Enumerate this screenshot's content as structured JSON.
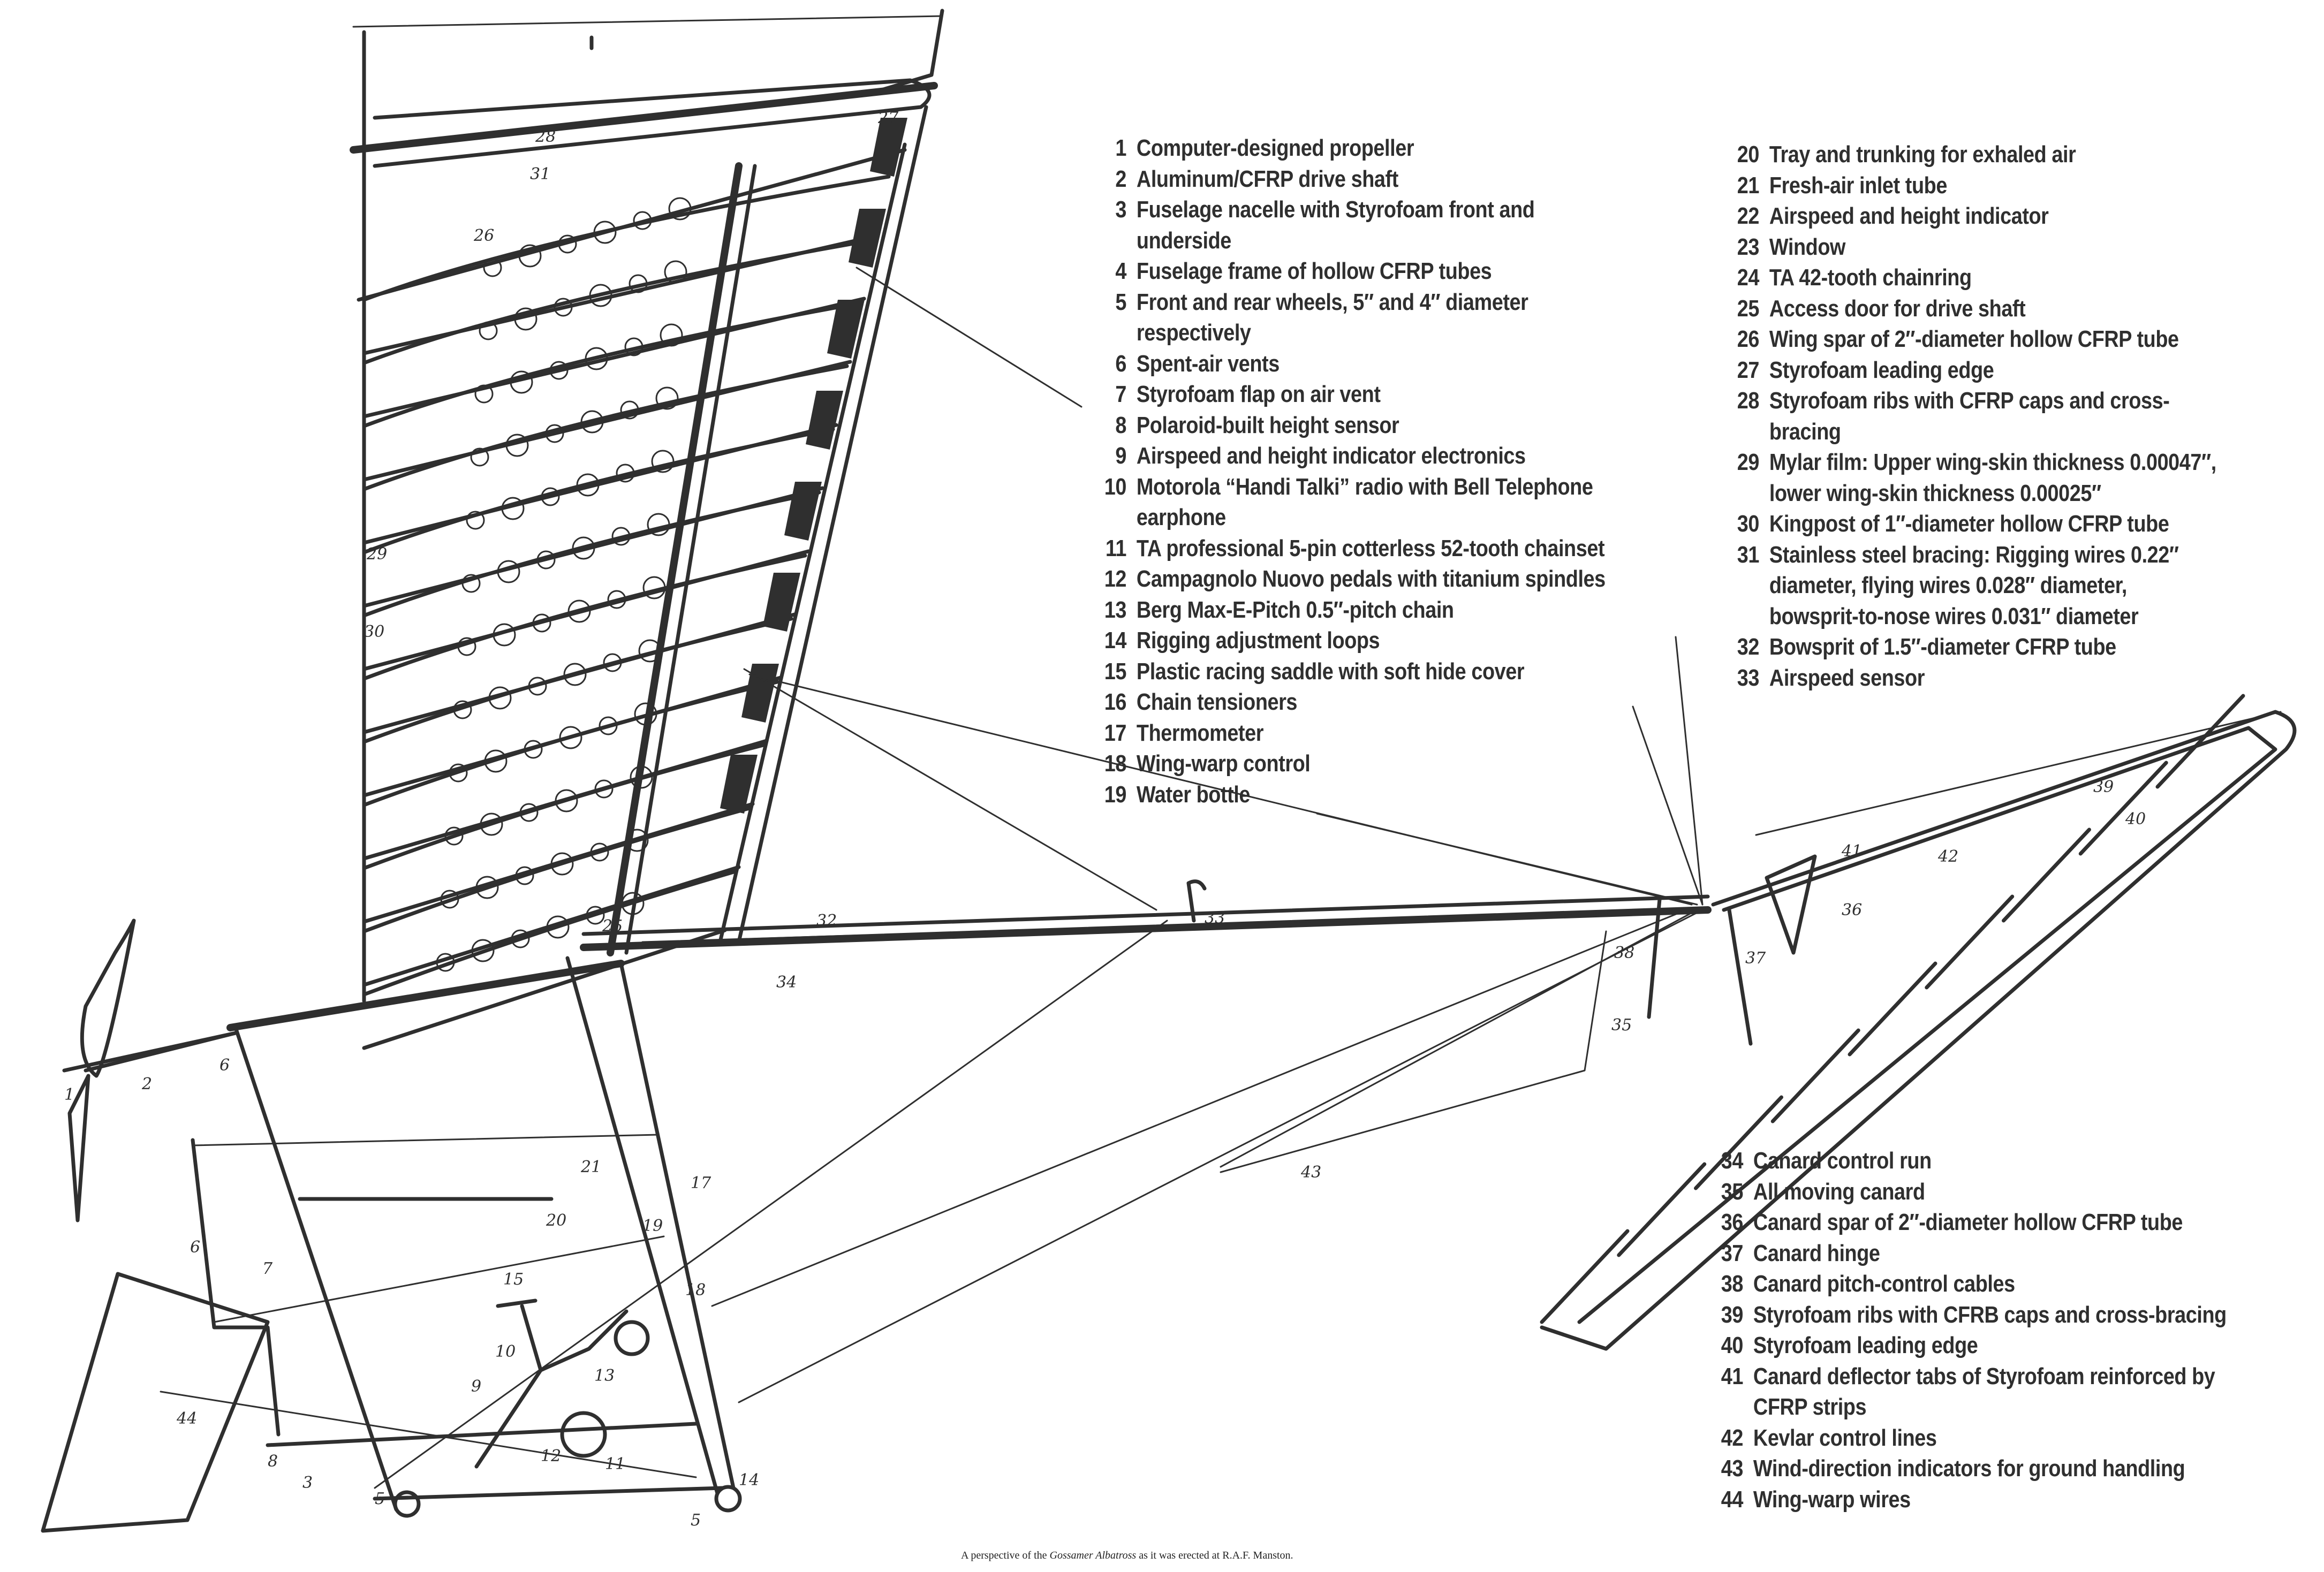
{
  "title": "Gossamer Albatross perspective cutaway",
  "colors": {
    "ink": "#2f2f2f",
    "paper": "#ffffff"
  },
  "legend": {
    "column_a": [
      {
        "num": "1",
        "text": "Computer-designed propeller"
      },
      {
        "num": "2",
        "text": "Aluminum/CFRP drive shaft"
      },
      {
        "num": "3",
        "text": "Fuselage nacelle with Styrofoam front and\nunderside"
      },
      {
        "num": "4",
        "text": "Fuselage frame of hollow CFRP tubes"
      },
      {
        "num": "5",
        "text": "Front and rear wheels, 5″ and 4″ diameter\nrespectively"
      },
      {
        "num": "6",
        "text": "Spent-air vents"
      },
      {
        "num": "7",
        "text": "Styrofoam flap on air vent"
      },
      {
        "num": "8",
        "text": "Polaroid-built height sensor"
      },
      {
        "num": "9",
        "text": "Airspeed and height indicator electronics"
      },
      {
        "num": "10",
        "text": "Motorola “Handi Talki” radio with Bell Telephone\nearphone"
      },
      {
        "num": "11",
        "text": "TA professional 5-pin cotterless 52-tooth chainset"
      },
      {
        "num": "12",
        "text": "Campagnolo Nuovo pedals with titanium spindles"
      },
      {
        "num": "13",
        "text": "Berg Max-E-Pitch 0.5″-pitch chain"
      },
      {
        "num": "14",
        "text": "Rigging adjustment loops"
      },
      {
        "num": "15",
        "text": "Plastic racing saddle with soft hide cover"
      },
      {
        "num": "16",
        "text": "Chain tensioners"
      },
      {
        "num": "17",
        "text": "Thermometer"
      },
      {
        "num": "18",
        "text": "Wing-warp control"
      },
      {
        "num": "19",
        "text": "Water bottle"
      }
    ],
    "column_b": [
      {
        "num": "20",
        "text": "Tray and trunking for exhaled air"
      },
      {
        "num": "21",
        "text": "Fresh-air inlet tube"
      },
      {
        "num": "22",
        "text": "Airspeed and height indicator"
      },
      {
        "num": "23",
        "text": "Window"
      },
      {
        "num": "24",
        "text": "TA 42-tooth chainring"
      },
      {
        "num": "25",
        "text": "Access door for drive shaft"
      },
      {
        "num": "26",
        "text": "Wing spar of 2″-diameter hollow CFRP tube"
      },
      {
        "num": "27",
        "text": "Styrofoam leading edge"
      },
      {
        "num": "28",
        "text": "Styrofoam ribs with CFRP caps and cross-bracing"
      },
      {
        "num": "29",
        "text": "Mylar film: Upper wing-skin thickness 0.00047″,\nlower wing-skin thickness 0.00025″"
      },
      {
        "num": "30",
        "text": "Kingpost of 1″-diameter hollow CFRP tube"
      },
      {
        "num": "31",
        "text": "Stainless steel bracing: Rigging wires 0.22″\ndiameter, flying wires 0.028″ diameter,\nbowsprit-to-nose wires 0.031″ diameter"
      },
      {
        "num": "32",
        "text": "Bowsprit of 1.5″-diameter CFRP tube"
      },
      {
        "num": "33",
        "text": "Airspeed sensor"
      }
    ],
    "column_c": [
      {
        "num": "34",
        "text": "Canard control run"
      },
      {
        "num": "35",
        "text": "All moving canard"
      },
      {
        "num": "36",
        "text": "Canard spar of 2″-diameter hollow CFRP tube"
      },
      {
        "num": "37",
        "text": "Canard hinge"
      },
      {
        "num": "38",
        "text": "Canard pitch-control cables"
      },
      {
        "num": "39",
        "text": "Styrofoam ribs with CFRB caps and cross-bracing"
      },
      {
        "num": "40",
        "text": "Styrofoam leading edge"
      },
      {
        "num": "41",
        "text": "Canard deflector tabs of Styrofoam reinforced by\nCFRP strips"
      },
      {
        "num": "42",
        "text": "Kevlar control lines"
      },
      {
        "num": "43",
        "text": "Wind-direction indicators for ground handling"
      },
      {
        "num": "44",
        "text": "Wing-warp wires"
      }
    ]
  },
  "callouts": [
    "1",
    "2",
    "3",
    "5",
    "5",
    "6",
    "6",
    "7",
    "8",
    "9",
    "10",
    "11",
    "12",
    "13",
    "14",
    "15",
    "17",
    "18",
    "19",
    "20",
    "21",
    "25",
    "26",
    "27",
    "28",
    "29",
    "30",
    "31",
    "32",
    "33",
    "34",
    "35",
    "36",
    "37",
    "38",
    "39",
    "40",
    "41",
    "42",
    "43",
    "44"
  ],
  "caption": {
    "prefix": "A perspective of the ",
    "italic": "Gossamer Albatross",
    "suffix": " as it was erected at R.A.F. Manston."
  }
}
